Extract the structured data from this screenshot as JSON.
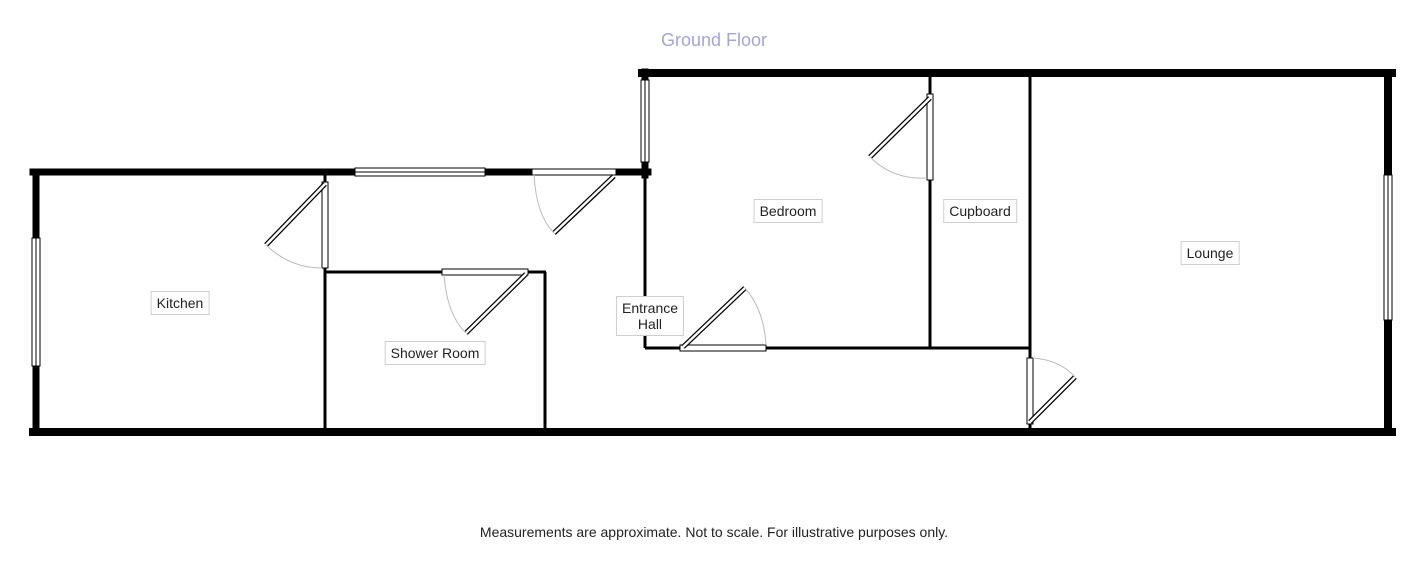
{
  "floor_title": "Ground Floor",
  "rooms": {
    "kitchen": "Kitchen",
    "shower_room": "Shower Room",
    "entrance_hall_line1": "Entrance",
    "entrance_hall_line2": "Hall",
    "bedroom": "Bedroom",
    "cupboard": "Cupboard",
    "lounge": "Lounge"
  },
  "footnote": "Measurements are approximate. Not to scale. For illustrative purposes only.",
  "colors": {
    "wall": "#000000",
    "title": "#a4a4e2",
    "label_border": "#cfcfcf",
    "door_swing": "#bbbbbb"
  }
}
